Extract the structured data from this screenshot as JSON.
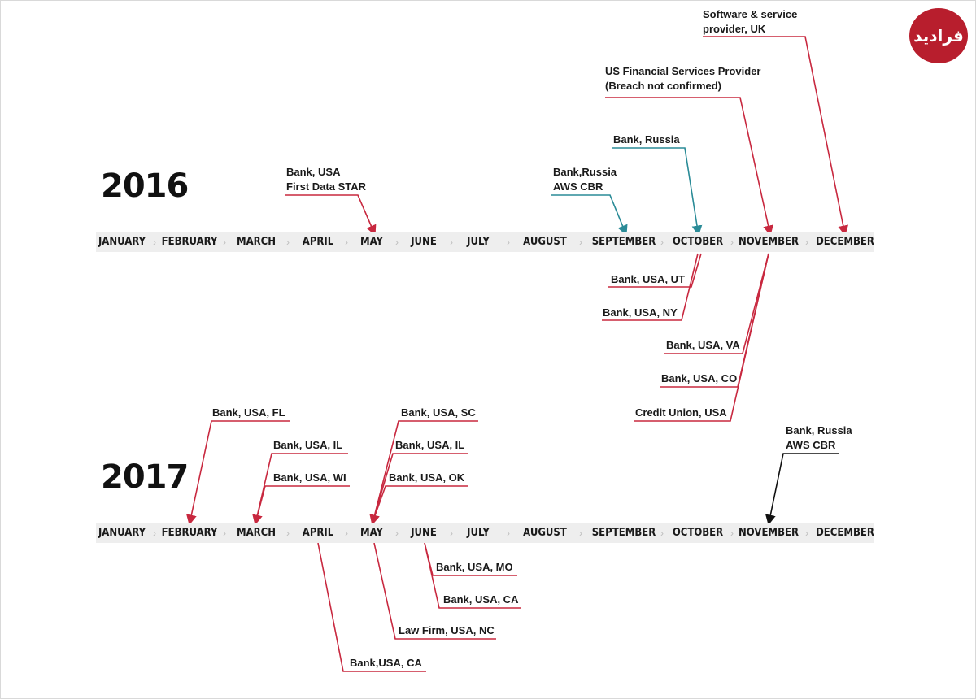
{
  "years": {
    "y2016": "2016",
    "y2017": "2017"
  },
  "months": [
    "JANUARY",
    "FEBRUARY",
    "MARCH",
    "APRIL",
    "MAY",
    "JUNE",
    "JULY",
    "AUGUST",
    "SEPTEMBER",
    "OCTOBER",
    "NOVEMBER",
    "DECEMBER"
  ],
  "logo": {
    "text": "فرادید",
    "color": "#b81e2d"
  },
  "colors": {
    "red": "#c8283f",
    "teal": "#2a8b97",
    "black": "#111111"
  },
  "events_2016": {
    "bank_usa_star": "Bank, USA\nFirst Data STAR",
    "bank_russia_sep": "Bank,Russia\nAWS CBR",
    "bank_russia_oct": "Bank, Russia",
    "us_financial": "US Financial Services Provider\n(Breach not confirmed)",
    "software_uk": "Software & service\nprovider, UK",
    "bank_ut": "Bank, USA, UT",
    "bank_ny": "Bank, USA, NY",
    "bank_va": "Bank, USA, VA",
    "bank_co": "Bank, USA, CO",
    "credit_union": "Credit Union, USA"
  },
  "events_2017": {
    "bank_fl": "Bank, USA, FL",
    "bank_il_mar": "Bank, USA, IL",
    "bank_wi": "Bank, USA, WI",
    "bank_sc": "Bank, USA, SC",
    "bank_il_may": "Bank, USA, IL",
    "bank_ok": "Bank, USA, OK",
    "bank_russia_nov": "Bank, Russia\nAWS CBR",
    "bank_mo": "Bank, USA, MO",
    "bank_ca_jun": "Bank, USA, CA",
    "law_firm": "Law Firm, USA, NC",
    "bank_ca_apr": "Bank,USA, CA"
  }
}
